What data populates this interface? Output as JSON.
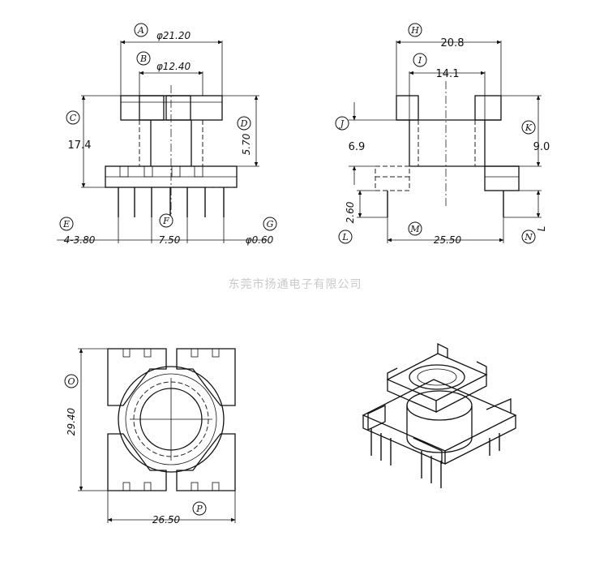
{
  "drawing": {
    "company_watermark": "东莞市扬通电子有限公司",
    "front_view": {
      "tag_A": "A",
      "dim_A": "φ21.20",
      "tag_B": "B",
      "dim_B": "φ12.40",
      "tag_C": "C",
      "dim_total_height": "17.4",
      "tag_D": "D",
      "dim_D": "5.70",
      "tag_E": "E",
      "dim_E": "4-3.80",
      "tag_F": "F",
      "dim_F": "7.50",
      "tag_G": "G",
      "dim_G": "φ0.60"
    },
    "side_view": {
      "tag_H": "H",
      "dim_H": "20.8",
      "tag_I": "I",
      "dim_I": "14.1",
      "tag_J": "J",
      "dim_J": "6.9",
      "tag_K": "K",
      "dim_K": "9.0",
      "tag_L": "L",
      "dim_L": "2.60",
      "tag_M": "M",
      "dim_M": "25.50",
      "tag_N": "N",
      "dim_N": "L"
    },
    "top_view": {
      "tag_O": "O",
      "dim_O": "29.40",
      "tag_P": "P",
      "dim_P": "26.50"
    }
  }
}
